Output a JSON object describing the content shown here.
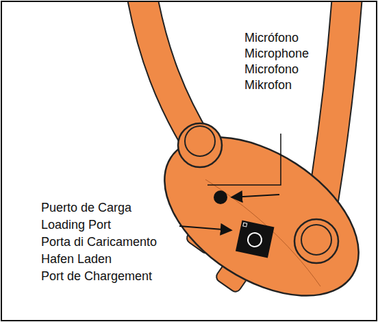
{
  "diagram": {
    "labels": [
      "Micrófono",
      "Microphone",
      "Microfono",
      "Mikrofon",
      "Puerto de Carga",
      "Loading Port",
      "Porta di Caricamento",
      "Hafen Laden",
      "Port de Chargement"
    ]
  }
}
